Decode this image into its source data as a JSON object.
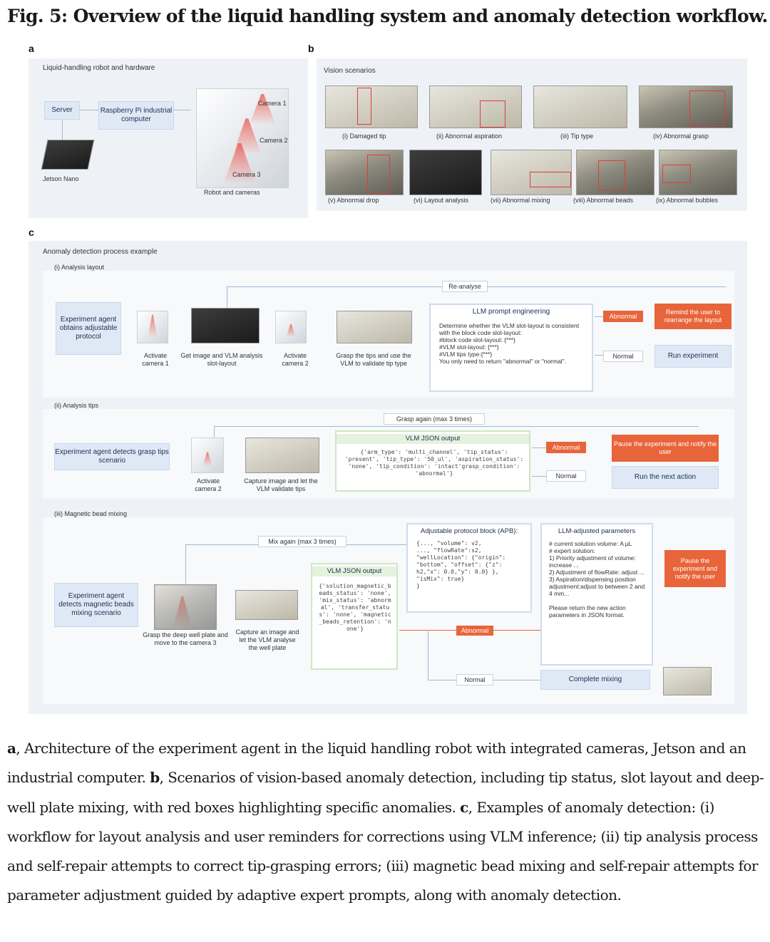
{
  "figure": {
    "title": "Fig. 5: Overview of the liquid handling system and anomaly detection workflow."
  },
  "panel_a": {
    "letter": "a",
    "section": "Liquid-handling robot and hardware",
    "server": "Server",
    "rpi": "Raspberry Pi industrial computer",
    "jetson": "Jetson Nano",
    "camera1": "Camera 1",
    "camera2": "Camera 2",
    "camera3": "Camera 3",
    "robot": "Robot and cameras"
  },
  "panel_b": {
    "letter": "b",
    "section": "Vision scenarios",
    "scenarios": [
      "(i) Damaged tip",
      "(ii) Abnormal aspiration",
      "(iii) Tip type",
      "(iv) Abnormal grasp",
      "(v) Abnormal drop",
      "(vi) Layout analysis",
      "(vii) Abnormal mixing",
      "(viii) Abnormal beads",
      "(ix) Abnormal bubbles"
    ]
  },
  "panel_c": {
    "letter": "c",
    "section": "Anomaly detection process example",
    "i": {
      "label": "(i) Analysis layout",
      "agent": "Experiment agent obtains adjustable protocol",
      "step1": "Activate camera 1",
      "step2": "Get image and VLM analysis slot-layout",
      "step3": "Activate camera 2",
      "step4": "Grasp the tips and use the VLM to validate tip type",
      "reanalyse": "Re-analyse",
      "prompt_title": "LLM prompt engineering",
      "prompt_body": "Determine whether the VLM slot-layout is consistent with the block code slot-layout:\n#block code slot-layout: {***}\n#VLM slot-layout: {***}\n#VLM tips type:{***}\nYou only need to return \"abnormal\" or \"normal\".",
      "abnormal": "Abnormal",
      "normal": "Normal",
      "remind": "Remind the user to rearrange the layout",
      "run": "Run experiment"
    },
    "ii": {
      "label": "(ii) Analysis tips",
      "agent": "Experiment agent detects grasp tips scenario",
      "step1": "Activate camera 2",
      "step2": "Capture image and let the VLM validate tips",
      "grasp_again": "Grasp again (max 3 times)",
      "json_title": "VLM JSON output",
      "json_body": "{'arm_type': 'multi_channel', 'tip_status': 'present', 'tip_type': '50_ul', 'aspiration_status': 'none', 'tip_condition': 'intact'grasp_condition': 'abnormal'}",
      "abnormal": "Abnormal",
      "normal": "Normal",
      "pause": "Pause the experiment and notify the user",
      "next": "Run the next action"
    },
    "iii": {
      "label": "(iii) Magnetic bead mixing",
      "agent": "Experiment agent detects magnetic beads mixing scenario",
      "step1": "Grasp the deep well plate and move to the camera 3",
      "step2": "Capture an image and let the VLM analyse the well plate",
      "mix_again": "Mix again (max 3 times)",
      "json_title": "VLM JSON output",
      "json_body": "{'solution_magnetic_beads_status': 'none', 'mix_status': 'abnormal', 'transfer_status': 'none', 'magnetic_beads_retention': 'none'}",
      "apb_title": "Adjustable protocol block (APB):",
      "apb_body": "{..., \"volume\": v2,\n..., \"flowRate\":s2,\n\"wellLocation\": {\"origin\": \"bottom\", \"offset\": {\"z\": h2,\"x\": 0.0,\"y\": 0.0} }, \"isMix\": true}\n}",
      "llm_title": "LLM-adjusted parameters",
      "llm_body": "# current solution volume: A μL\n# expert solution:\n1) Priority adjustment of volume: increase ...\n2) Adjustment of flowRate: adjust ...\n3) Aspiration/dispensing position adjustment:adjust to between 2 and 4 mm...\n\nPlease return the new action parameters in JSON format.",
      "abnormal": "Abnormal",
      "normal": "Normal",
      "pause": "Pause the experiment and notify the user",
      "complete": "Complete mixing"
    }
  },
  "caption": {
    "a_label": "a",
    "a_text": ", Architecture of the experiment agent in the liquid handling robot with integrated cameras, Jetson and an industrial computer. ",
    "b_label": "b",
    "b_text": ", Scenarios of vision-based anomaly detection, including tip status, slot layout and deep-well plate mixing, with red boxes highlighting specific anomalies. ",
    "c_label": "c",
    "c_text": ", Examples of anomaly detection: (i) workflow for layout analysis and user reminders for corrections using VLM inference; (ii) tip analysis process and self-repair attempts to correct tip-grasping errors; (iii) magnetic bead mixing and self-repair attempts for parameter adjustment guided by adaptive expert prompts, along with anomaly detection."
  }
}
